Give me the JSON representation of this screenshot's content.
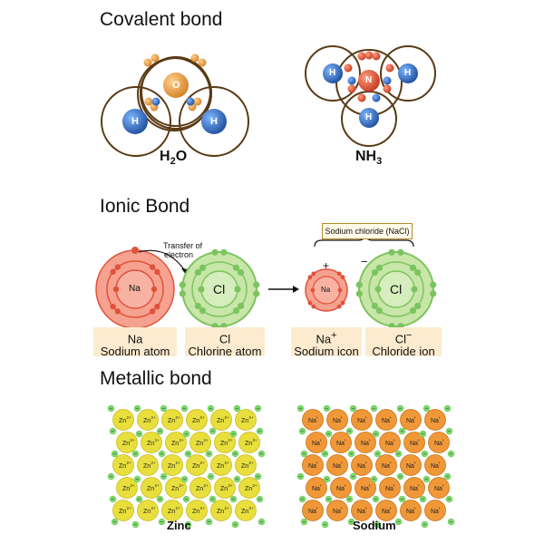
{
  "covalent": {
    "title": "Covalent bond",
    "water": {
      "o": "O",
      "h1": "H",
      "h2": "H",
      "formula_main": "H",
      "formula_sub": "2",
      "formula_end": "O"
    },
    "ammonia": {
      "n": "N",
      "h1": "H",
      "h2": "H",
      "h3": "H",
      "formula_main": "NH",
      "formula_sub": "3"
    }
  },
  "ionic": {
    "title": "Ionic Bond",
    "transfer_note_line1": "Transfer of",
    "transfer_note_line2": "electron",
    "nacl_label": "Sodium chloride (NaCl)",
    "plus_sign": "+",
    "minus_sign": "−",
    "na_symbol": "Na",
    "cl_symbol": "Cl",
    "na_ion_symbol": "Na",
    "cl_ion_symbol": "Cl",
    "labels": [
      {
        "line1": "Na",
        "line1_sup": "",
        "line2": "Sodium atom"
      },
      {
        "line1": "Cl",
        "line1_sup": "",
        "line2": "Chlorine atom"
      },
      {
        "line1": "Na",
        "line1_sup": "+",
        "line2": "Sodium icon"
      },
      {
        "line1": "Cl",
        "line1_sup": "−",
        "line2": "Chloride ion"
      }
    ]
  },
  "metallic": {
    "title": "Metallic bond",
    "zinc_name": "Zinc",
    "sodium_name": "Sodium",
    "zinc_symbol": "Zn",
    "zinc_charge": "2+",
    "sodium_symbol": "Na",
    "sodium_charge": "+",
    "electron_sign": "−"
  },
  "colors": {
    "nucleus_blue": "#1f63b5",
    "nucleus_orange": "#f0a040",
    "shell_brown": "#5a3a14",
    "na_red": "#e0523a",
    "na_fill": "#f6a290",
    "cl_green": "#7cc460",
    "cl_fill": "#c8e6a8",
    "zinc_yellow": "#e8df3c",
    "sodium_orange": "#f09838",
    "electron_green": "#7cd46a"
  }
}
